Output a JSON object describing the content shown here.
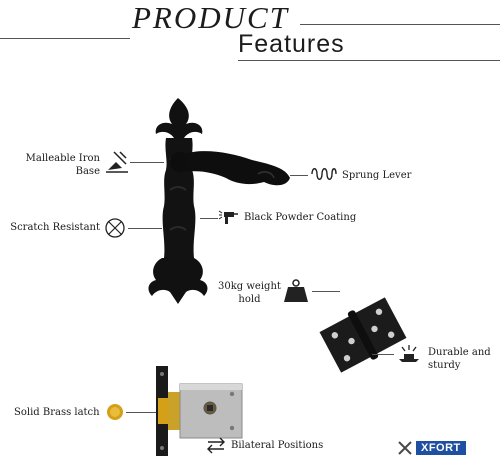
{
  "header": {
    "title_line1": "PRODUCT",
    "title_line2": "Features"
  },
  "features": {
    "malleable": "Malleable Iron\nBase",
    "sprung": "Sprung Lever",
    "scratch": "Scratch Resistant",
    "coating": "Black Powder Coating",
    "weight": "30kg weight\nhold",
    "durable": "Durable and\nsturdy",
    "latch": "Solid Brass latch",
    "bilateral": "Bilateral Positions"
  },
  "brand": {
    "name": "XFORT"
  },
  "colors": {
    "brand": "#1e4fa0",
    "brass": "#d4a017"
  }
}
